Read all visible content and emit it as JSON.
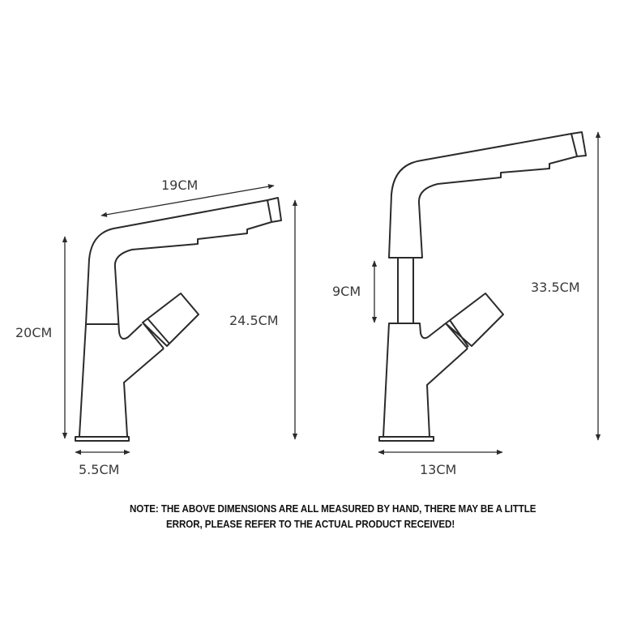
{
  "left_faucet": {
    "spout_length": "19CM",
    "body_height": "20CM",
    "total_height": "24.5CM",
    "base_width": "5.5CM"
  },
  "right_faucet": {
    "pull_up_height": "9CM",
    "total_height": "33.5CM",
    "reach_width": "13CM"
  },
  "note": {
    "line1": "NOTE: THE ABOVE DIMENSIONS ARE ALL MEASURED BY HAND, THERE MAY BE A LITTLE",
    "line2": "ERROR, PLEASE REFER TO THE ACTUAL PRODUCT RECEIVED!"
  },
  "colors": {
    "line": "#2b2b2b",
    "text": "#3a3a3a"
  }
}
